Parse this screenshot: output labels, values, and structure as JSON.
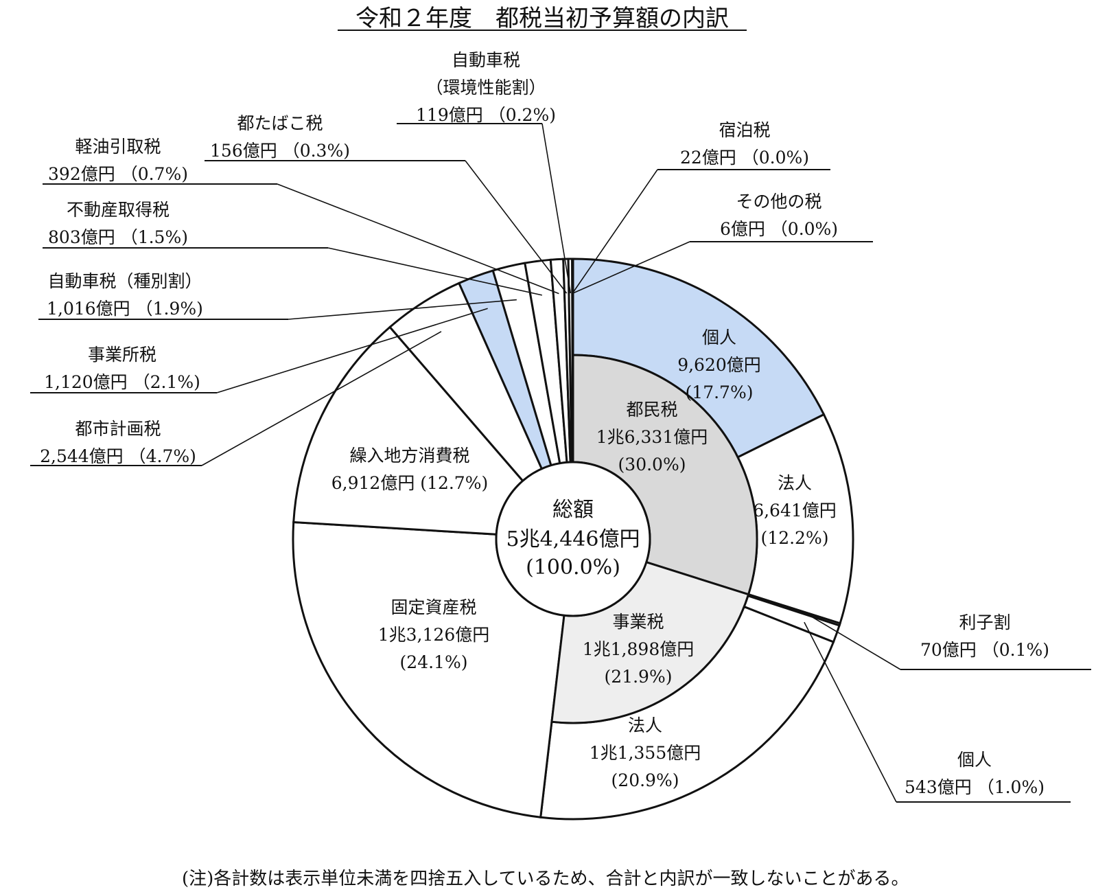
{
  "chart_data": {
    "type": "pie",
    "variant": "two-level donut",
    "title": "令和２年度　都税当初予算額の内訳",
    "note": "(注)各計数は表示単位未満を四捨五入しているため、合計と内訳が一致しないことがある。",
    "center": {
      "label": "総額",
      "value": "5兆4,446億円",
      "percent": "(100.0%)"
    },
    "colors": {
      "highlight": "#c6daf5",
      "inner_primary": "#d9d9d9",
      "inner_secondary": "#eeeeee",
      "plain": "#ffffff",
      "stroke": "#111111"
    },
    "inner_ring": [
      {
        "name": "都民税",
        "amount": "1兆6,331億円",
        "percent": "(30.0%)",
        "value": 16331
      },
      {
        "name": "事業税",
        "amount": "1兆1,898億円",
        "percent": "(21.9%)",
        "value": 11898
      }
    ],
    "outer_ring": [
      {
        "name": "個人",
        "amount": "9,620億円",
        "percent": "(17.7%)",
        "value": 9620,
        "highlight": true
      },
      {
        "name": "法人",
        "amount": "6,641億円",
        "percent": "(12.2%)",
        "value": 6641
      },
      {
        "name": "利子割",
        "amount": "70億円",
        "percent": "（0.1%)",
        "value": 70
      },
      {
        "name": "個人",
        "amount": "543億円",
        "percent": "（1.0%)",
        "value": 543
      },
      {
        "name": "法人",
        "amount": "1兆1,355億円",
        "percent": "(20.9%)",
        "value": 11355
      },
      {
        "name": "固定資産税",
        "amount": "1兆3,126億円",
        "percent": "(24.1%)",
        "value": 13126
      },
      {
        "name": "繰入地方消費税",
        "amount": "6,912億円",
        "percent": "(12.7%)",
        "value": 6912
      },
      {
        "name": "都市計画税",
        "amount": "2,544億円",
        "percent": "（4.7%)",
        "value": 2544
      },
      {
        "name": "事業所税",
        "amount": "1,120億円",
        "percent": "（2.1%)",
        "value": 1120,
        "highlight": true
      },
      {
        "name": "自動車税（種別割）",
        "amount": "1,016億円",
        "percent": "（1.9%)",
        "value": 1016
      },
      {
        "name": "不動産取得税",
        "amount": "803億円",
        "percent": "（1.5%)",
        "value": 803
      },
      {
        "name": "軽油引取税",
        "amount": "392億円",
        "percent": "（0.7%)",
        "value": 392
      },
      {
        "name": "都たばこ税",
        "amount": "156億円",
        "percent": "（0.3%)",
        "value": 156
      },
      {
        "name": "自動車税",
        "name2": "（環境性能割）",
        "amount": "119億円",
        "percent": "（0.2%)",
        "value": 119
      },
      {
        "name": "宿泊税",
        "amount": "22億円",
        "percent": "（0.0%)",
        "value": 22
      },
      {
        "name": "その他の税",
        "amount": "6億円",
        "percent": "（0.0%)",
        "value": 6
      }
    ]
  }
}
